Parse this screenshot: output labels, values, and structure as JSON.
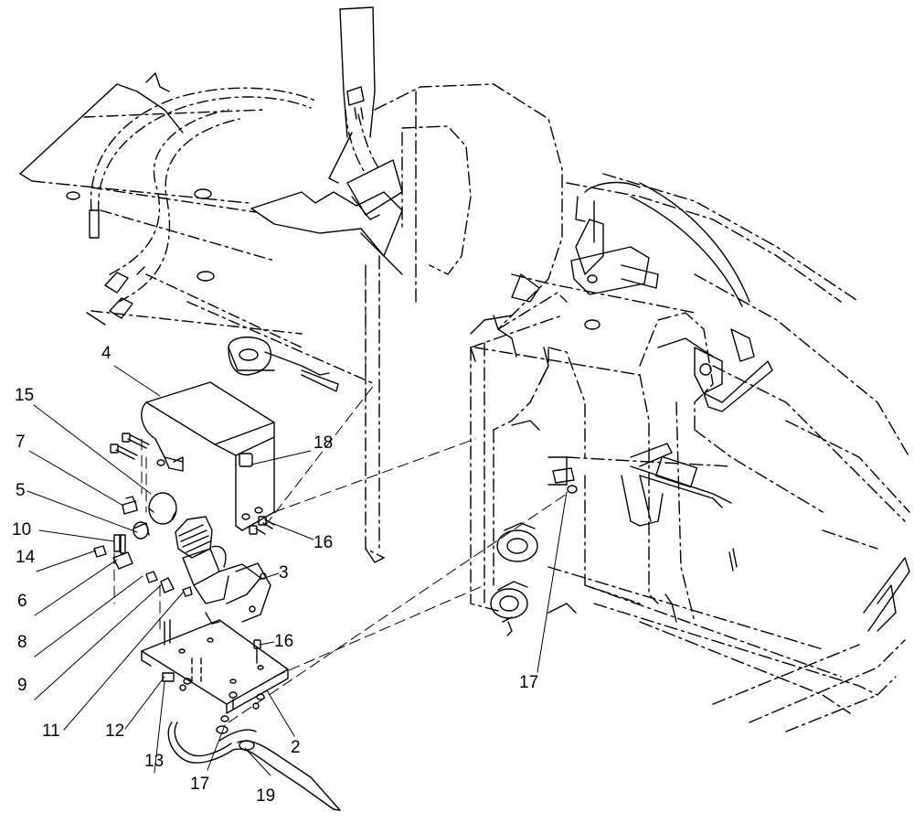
{
  "diagram": {
    "type": "exploded-parts-view",
    "callouts": [
      "2",
      "3",
      "4",
      "5",
      "6",
      "7",
      "8",
      "9",
      "10",
      "11",
      "12",
      "13",
      "14",
      "15",
      "16",
      "16",
      "17",
      "17",
      "18",
      "19"
    ]
  }
}
